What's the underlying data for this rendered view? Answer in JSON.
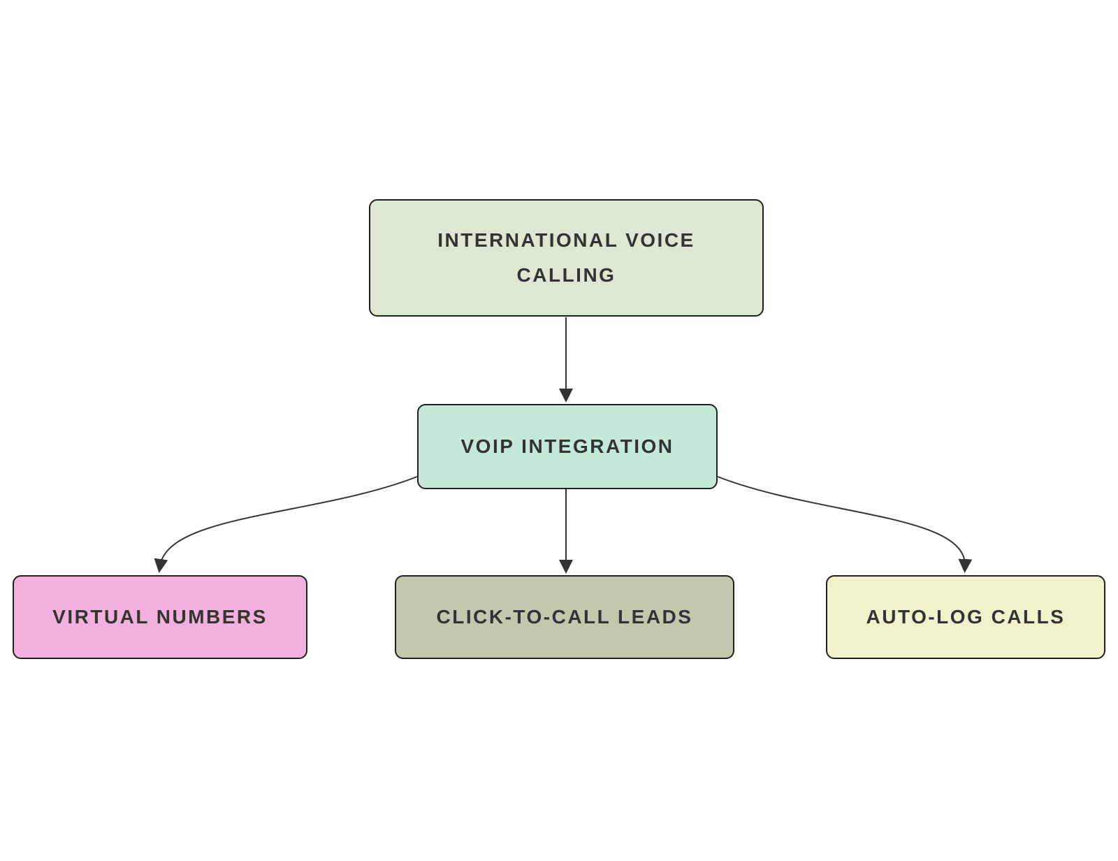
{
  "diagram": {
    "type": "flowchart",
    "background": "#ffffff",
    "edge_stroke": "#333333",
    "node_border": "#1f1f1f",
    "text_color": "#333333",
    "nodes": [
      {
        "id": "international-voice-calling",
        "label": "INTERNATIONAL VOICE CALLING",
        "fill": "#dce8d1"
      },
      {
        "id": "voip-integration",
        "label": "VOIP INTEGRATION",
        "fill": "#c6e8d8"
      },
      {
        "id": "virtual-numbers",
        "label": "VIRTUAL NUMBERS",
        "fill": "#f2b0dc"
      },
      {
        "id": "click-to-call-leads",
        "label": "CLICK-TO-CALL LEADS",
        "fill": "#c4c6ae"
      },
      {
        "id": "auto-log-calls",
        "label": "AUTO-LOG CALLS",
        "fill": "#eff2cc"
      }
    ],
    "edges": [
      {
        "from": "international-voice-calling",
        "to": "voip-integration"
      },
      {
        "from": "voip-integration",
        "to": "virtual-numbers"
      },
      {
        "from": "voip-integration",
        "to": "click-to-call-leads"
      },
      {
        "from": "voip-integration",
        "to": "auto-log-calls"
      }
    ]
  }
}
